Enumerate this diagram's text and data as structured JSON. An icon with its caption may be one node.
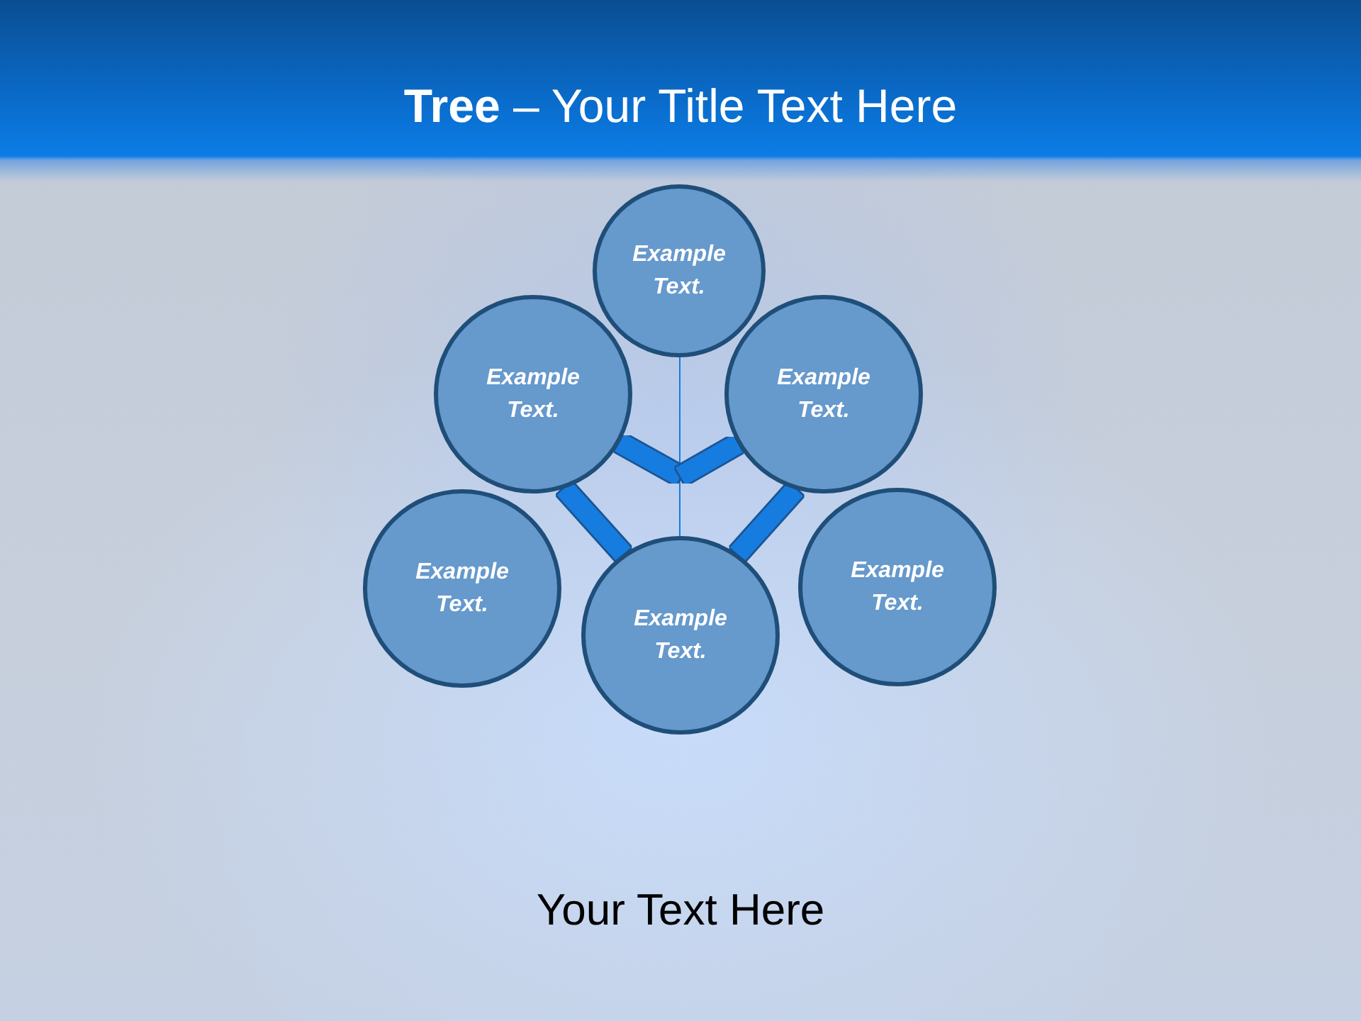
{
  "diagram": {
    "title": "**Tree** – Your Title Text Here",
    "caption": "Your Text Here",
    "nodes": [
      {
        "text": [
          "Example Text."
        ]
      },
      {
        "text": [
          "Example Text."
        ]
      },
      {
        "text": [
          "Example Text."
        ]
      },
      {
        "text": [
          "Example Text."
        ]
      },
      {
        "text": [
          "Example Text."
        ]
      },
      {
        "text": [
          "Example Text."
        ]
      }
    ],
    "edges": [
      {
        "from": null,
        "to": 4,
        "arrow": "none"
      },
      {
        "from": 4,
        "to": 0,
        "arrow": "none"
      },
      {
        "from": 4,
        "to": 1,
        "arrow": "none"
      },
      {
        "from": 4,
        "to": 2,
        "arrow": "none"
      },
      {
        "from": 4,
        "to": 1,
        "arrow": "none"
      },
      {
        "from": 4,
        "to": 2,
        "arrow": "none"
      }
    ]
  }
}
